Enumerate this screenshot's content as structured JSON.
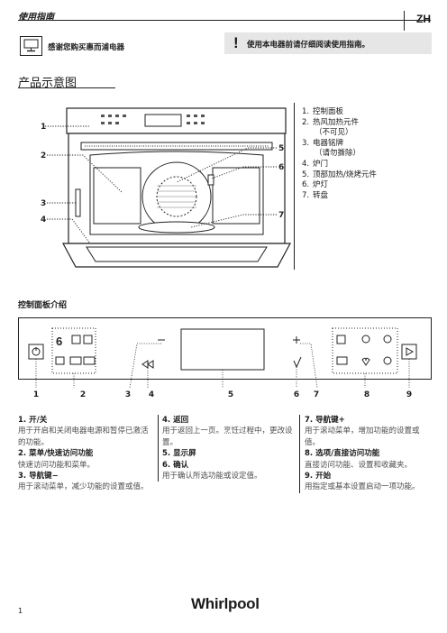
{
  "header": {
    "title": "使用指南",
    "lang": "ZH"
  },
  "intro": {
    "thanks": "感谢您购买惠而浦电器",
    "warning": "使用本电器前请仔细阅读使用指南。"
  },
  "product": {
    "title": "产品示意图",
    "callouts": [
      "1",
      "2",
      "3",
      "4",
      "5",
      "6",
      "7"
    ],
    "parts": [
      {
        "num": "1.",
        "label": "控制面板",
        "note": ""
      },
      {
        "num": "2.",
        "label": "热风加热元件",
        "note": "（不可见）"
      },
      {
        "num": "3.",
        "label": "电器铭牌",
        "note": "（请勿撕除）"
      },
      {
        "num": "4.",
        "label": "炉门",
        "note": ""
      },
      {
        "num": "5.",
        "label": "顶部加热/烧烤元件",
        "note": ""
      },
      {
        "num": "6.",
        "label": "炉灯",
        "note": ""
      },
      {
        "num": "7.",
        "label": "转盘",
        "note": ""
      }
    ]
  },
  "control_panel": {
    "title": "控制面板介绍",
    "button_numbers": [
      "1",
      "2",
      "3",
      "4",
      "5",
      "6",
      "7",
      "8",
      "9"
    ],
    "columns": [
      [
        {
          "heading": "1. 开/关",
          "text": "用于开启和关闭电器电源和暂停已激活的功能。"
        },
        {
          "heading": "2. 菜单/快速访问功能",
          "text": "快速访问功能和菜单。"
        },
        {
          "heading": "3. 导航键−",
          "text": "用于滚动菜单，减少功能的设置或值。"
        }
      ],
      [
        {
          "heading": "4. 返回",
          "text": "用于返回上一页。烹饪过程中，更改设置。"
        },
        {
          "heading": "5. 显示屏",
          "text": ""
        },
        {
          "heading": "6. 确认",
          "text": "用于确认所选功能或设定值。"
        }
      ],
      [
        {
          "heading": "7. 导航键+",
          "text": "用于滚动菜单，增加功能的设置或值。"
        },
        {
          "heading": "8. 选项/直接访问功能",
          "text": "直接访问功能、设置和收藏夹。"
        },
        {
          "heading": "9. 开始",
          "text": "用指定或基本设置启动一项功能。"
        }
      ]
    ]
  },
  "footer": {
    "page": "1",
    "brand": "Whirlpool"
  }
}
